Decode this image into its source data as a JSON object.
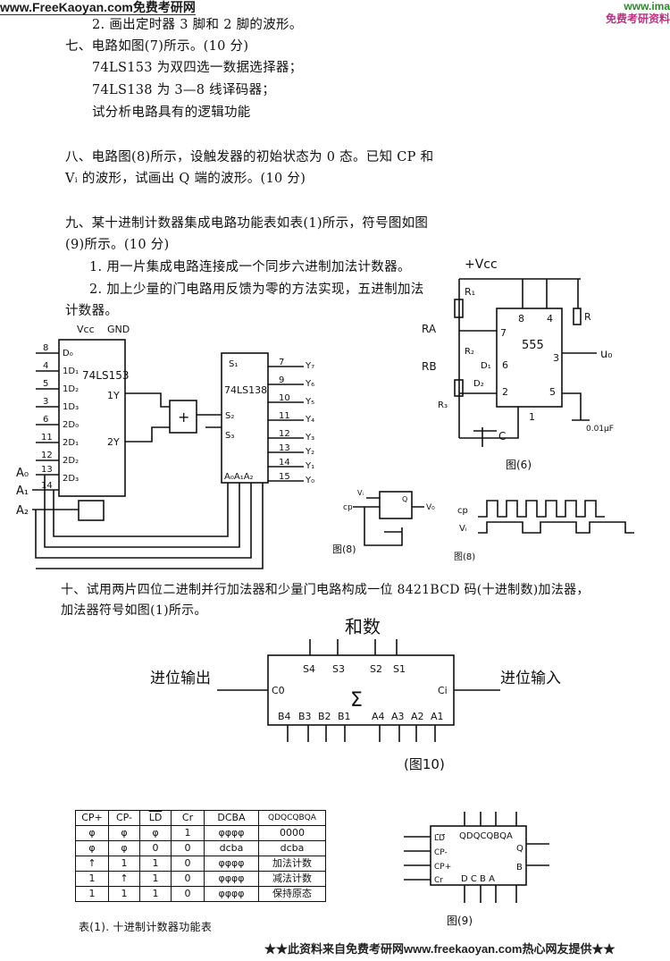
{
  "header": {
    "site": "www.FreeKaoyan.com免费考研网",
    "logo_top": "www.ima",
    "logo_bottom": "免费考研资料"
  },
  "watermark": {
    "cn": "免费考研网",
    "url": "www.freekaoyan.com"
  },
  "q6": {
    "item2": "2. 画出定时器 3 脚和 2 脚的波形。"
  },
  "q7": {
    "title": "七、电路如图(7)所示。(10 分)",
    "line1": "74LS153 为双四选一数据选择器；",
    "line2": "74LS138 为 3—8 线译码器；",
    "line3": "试分析电路具有的逻辑功能"
  },
  "q8": {
    "line1": "八、电路图(8)所示，设触发器的初始状态为 0 态。已知 CP 和",
    "line2": "Vᵢ 的波形，试画出 Q 端的波形。(10 分)"
  },
  "q9": {
    "line1": "九、某十进制计数器集成电路功能表如表(1)所示，符号图如图",
    "line2": "(9)所示。(10 分)",
    "item1": "1. 用一片集成电路连接成一个同步六进制加法计数器。",
    "item2": "2. 加上少量的门电路用反馈为零的方法实现，五进制加法",
    "item2b": "计数器。"
  },
  "q10": {
    "line1": "十、试用两片四位二进制并行加法器和少量门电路构成一位 8421BCD 码(十进制数)加法器，",
    "line2": "加法器符号如图(1)所示。"
  },
  "fig7": {
    "chip1": "74LS153",
    "chip2": "74LS138",
    "vcc": "Vcc",
    "gnd": "GND",
    "gate": "+",
    "left_pins": [
      "8",
      "4",
      "5",
      "3",
      "6",
      "11",
      "12",
      "13",
      "14"
    ],
    "left_labels": [
      "D₀",
      "1D₁",
      "1D₂",
      "1D₃",
      "2D₀",
      "2D₁",
      "2D₂",
      "2D₃"
    ],
    "a_inputs": [
      "A₀",
      "A₁",
      "A₂"
    ],
    "out_pins": [
      "1Y",
      "2Y"
    ],
    "dec_outputs": [
      "Y₇",
      "Y₆",
      "Y₅",
      "Y₄",
      "Y₃",
      "Y₂",
      "Y₁",
      "Y₀"
    ],
    "dec_pins": [
      "7",
      "9",
      "10",
      "11",
      "12",
      "13",
      "14",
      "15"
    ],
    "dec_inputs": [
      "S₁",
      "S₂",
      "S₃"
    ],
    "dec_addr": "A₀A₁A₂"
  },
  "fig6": {
    "vcc": "+Vcc",
    "chip": "555",
    "pins": [
      "8",
      "4",
      "7",
      "6",
      "2",
      "3",
      "5",
      "1"
    ],
    "r1": "R₁",
    "ra": "RA",
    "rb": "RB",
    "r2": "R₂",
    "r3": "R₃",
    "d1": "D₁",
    "d2": "D₂",
    "c": "C",
    "rl": "R",
    "cap": "0.01μF",
    "out": "u₀",
    "caption": "图(6)"
  },
  "fig8": {
    "caption": "图(8)",
    "cp": "cp",
    "vi": "Vᵢ",
    "vo": "V₀",
    "q": "Q"
  },
  "fig10": {
    "title": "和数",
    "carry_out": "进位输出",
    "carry_in": "进位输入",
    "sum_pins": [
      "S4",
      "S3",
      "S2",
      "S1"
    ],
    "co": "C0",
    "ci": "Ci",
    "sigma": "Σ",
    "b_pins": [
      "B4",
      "B3",
      "B2",
      "B1"
    ],
    "a_pins": [
      "A4",
      "A3",
      "A2",
      "A1"
    ],
    "caption": "(图10)"
  },
  "table1": {
    "headers": [
      "CP+",
      "CP-",
      "LD",
      "Cr",
      "DCBA",
      "QDQCQBQA"
    ],
    "rows": [
      [
        "φ",
        "φ",
        "φ",
        "1",
        "φφφφ",
        "0000"
      ],
      [
        "φ",
        "φ",
        "0",
        "0",
        "dcba",
        "dcba"
      ],
      [
        "↑",
        "1",
        "1",
        "0",
        "φφφφ",
        "加法计数"
      ],
      [
        "1",
        "↑",
        "1",
        "0",
        "φφφφ",
        "减法计数"
      ],
      [
        "1",
        "1",
        "1",
        "0",
        "φφφφ",
        "保持原态"
      ]
    ],
    "caption": "表(1). 十进制计数器功能表"
  },
  "fig9": {
    "pins_left": [
      "LD",
      "CP-",
      "CP+",
      "Cr"
    ],
    "pins_top": "QDQCQBQA",
    "q": "Q",
    "b": "B",
    "bottom": "D C B A",
    "caption": "图(9)"
  },
  "footer": "★★此资料来自免费考研网www.freekaoyan.com热心网友提供★★"
}
